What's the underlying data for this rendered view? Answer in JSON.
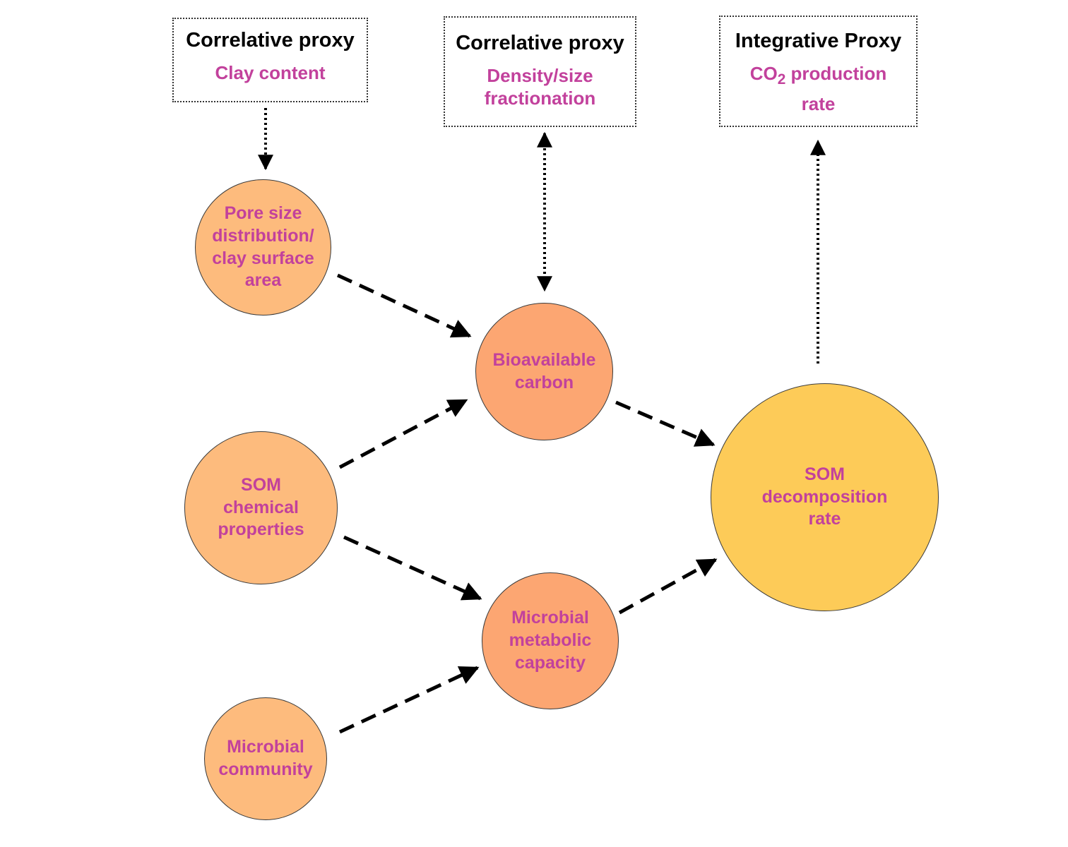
{
  "colors": {
    "label_text": "#c2419c",
    "title_text": "#000000",
    "outer_node_fill": "#fdbb7d",
    "middle_node_fill": "#fca672",
    "outcome_node_fill": "#fdcb58",
    "arrow": "#000000"
  },
  "proxies": {
    "clay": {
      "title": "Correlative proxy",
      "lines": [
        "Clay content"
      ]
    },
    "density": {
      "title": "Correlative proxy",
      "lines": [
        "Density/size",
        "fractionation"
      ]
    },
    "co2": {
      "title": "Integrative Proxy",
      "line1_main": "CO",
      "line1_sub": "2",
      "line1_rest": " production",
      "line2": "rate"
    }
  },
  "nodes": {
    "pore": [
      "Pore size",
      "distribution/",
      "clay surface",
      "area"
    ],
    "som_chem": [
      "SOM",
      "chemical",
      "properties"
    ],
    "microbial_community": [
      "Microbial",
      "community"
    ],
    "bioavailable": [
      "Bioavailable",
      "carbon"
    ],
    "metabolic": [
      "Microbial",
      "metabolic",
      "capacity"
    ],
    "decomposition": [
      "SOM",
      "decomposition",
      "rate"
    ]
  }
}
